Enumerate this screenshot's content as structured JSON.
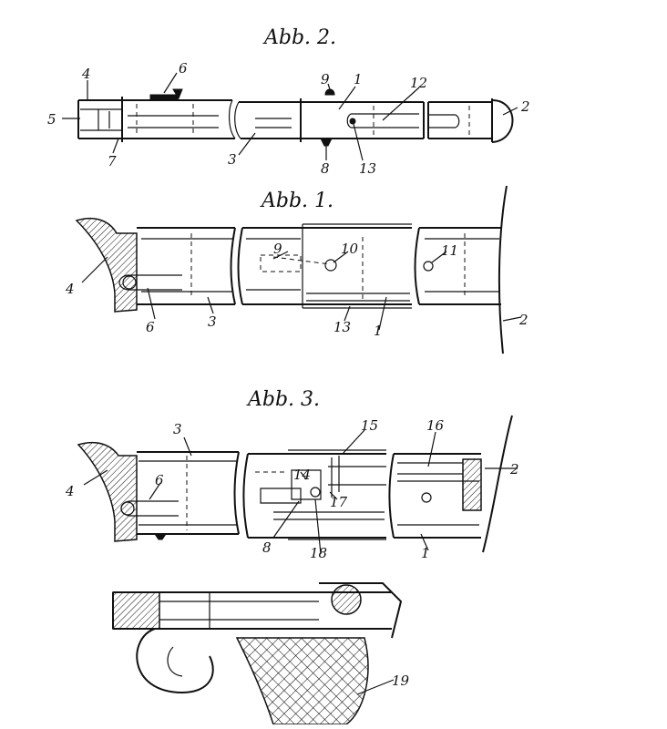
{
  "figures": [
    {
      "id": "abb2",
      "title": "Abb. 2.",
      "labels": [
        "4",
        "5",
        "6",
        "7",
        "9",
        "1",
        "12",
        "2",
        "3",
        "8",
        "13"
      ]
    },
    {
      "id": "abb1",
      "title": "Abb. 1.",
      "labels": [
        "4",
        "6",
        "3",
        "9",
        "10",
        "11",
        "13",
        "1",
        "2"
      ]
    },
    {
      "id": "abb3",
      "title": "Abb. 3.",
      "labels": [
        "3",
        "15",
        "16",
        "2",
        "4",
        "6",
        "14",
        "17",
        "8",
        "18",
        "1"
      ]
    },
    {
      "id": "pistol",
      "title": "",
      "labels": [
        "19"
      ]
    }
  ]
}
